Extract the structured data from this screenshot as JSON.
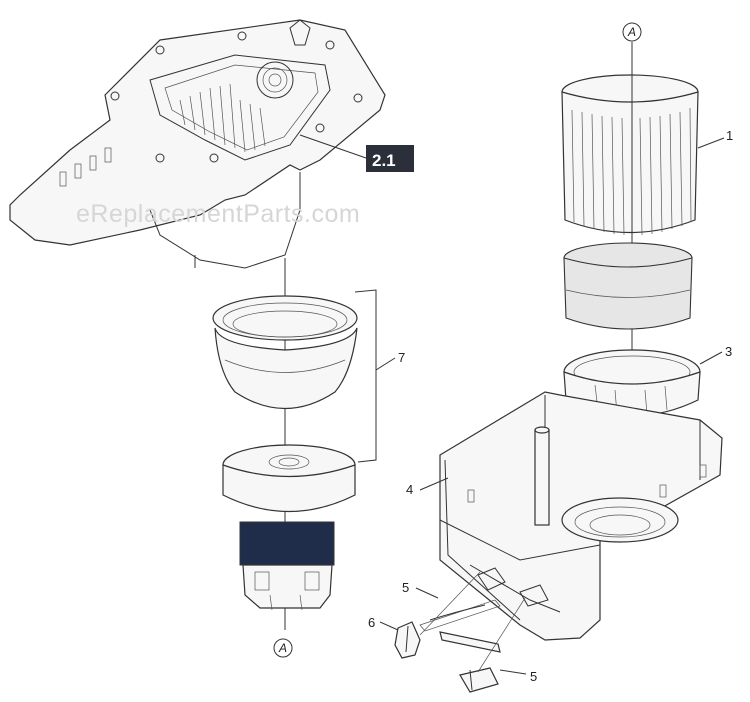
{
  "diagram": {
    "watermark": "eReplacementParts.com",
    "assembly_tag": "2.1",
    "callouts": {
      "a_top": "A",
      "a_bottom": "A"
    },
    "labels": {
      "part1": "1",
      "part3": "3",
      "part4": "4",
      "part5a": "5",
      "part5b": "5",
      "part6": "6",
      "part7": "7"
    },
    "colors": {
      "line": "#333333",
      "tag_bg": "#2a2f3a",
      "motor_band": "#1f2d4a",
      "filter_fill": "#e6e6e6",
      "watermark": "#d6d6d6"
    }
  }
}
